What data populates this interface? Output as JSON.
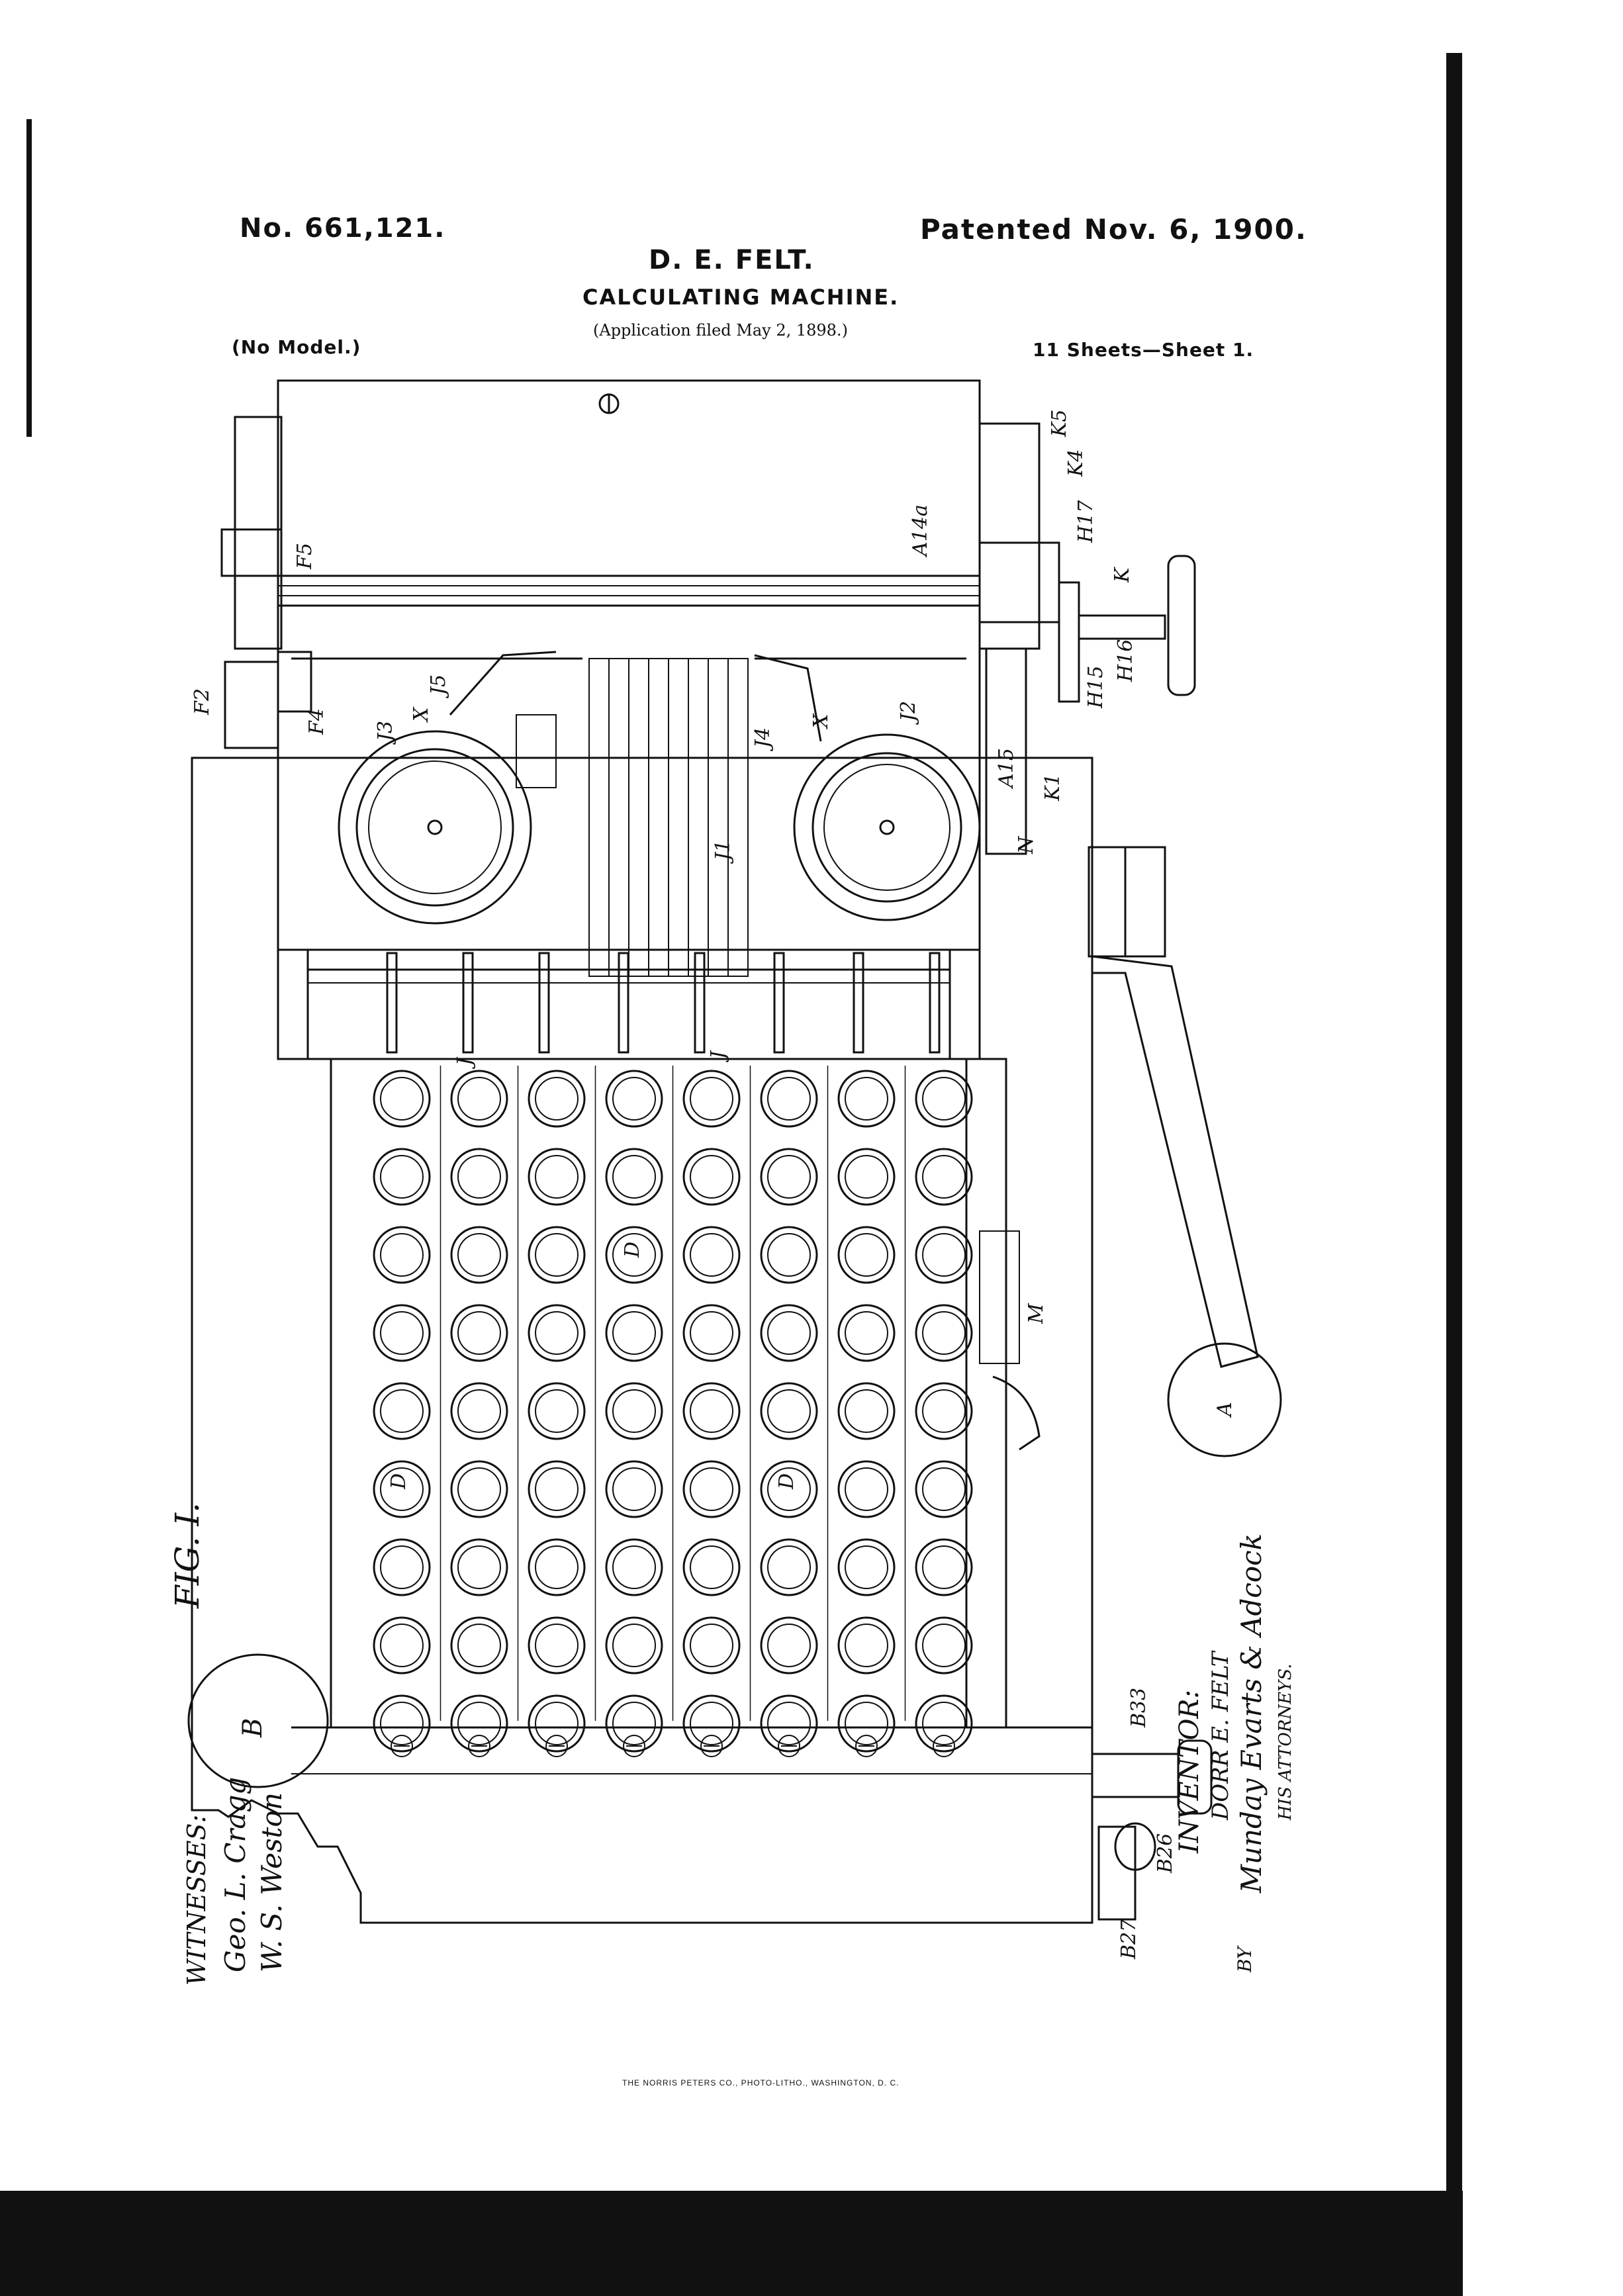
{
  "header": {
    "patent_no": "No. 661,121.",
    "patented_date": "Patented Nov. 6, 1900.",
    "inventor_name": "D. E. FELT.",
    "title": "CALCULATING MACHINE.",
    "application": "(Application filed May 2, 1898.)",
    "no_model": "(No Model.)",
    "sheets": "11 Sheets—Sheet 1."
  },
  "figure": {
    "label": "FIG. I.",
    "reference_labels": {
      "F5": "F5",
      "F2": "F2",
      "F4": "F4",
      "J3": "J3",
      "X_left": "X",
      "J5": "J5",
      "J4": "J4",
      "X_right": "X",
      "J2": "J2",
      "J1": "J1",
      "J_left": "J",
      "J_right": "J",
      "K5": "K5",
      "K4": "K4",
      "A14a": "A14a",
      "H17": "H17",
      "K": "K",
      "H16": "H16",
      "H15": "H15",
      "A15": "A15",
      "K1": "K1",
      "N": "N",
      "M": "M",
      "A": "A",
      "B": "B",
      "D1": "D",
      "D2": "D",
      "D3": "D",
      "B33": "B33",
      "B26": "B26",
      "B27": "B27"
    },
    "keyboard": {
      "columns": 8,
      "rows": 9
    }
  },
  "witnesses": {
    "label": "WITNESSES:",
    "names": [
      "Geo. L. Cragg",
      "W. S. Weston"
    ]
  },
  "inventor_block": {
    "label": "INVENTOR:",
    "name": "DORR E. FELT",
    "attorneys_sig": "Munday Evarts & Adcock",
    "by": "BY",
    "attorneys_label": "HIS ATTORNEYS."
  },
  "footer": {
    "printer": "THE NORRIS PETERS CO., PHOTO-LITHO., WASHINGTON, D. C."
  }
}
